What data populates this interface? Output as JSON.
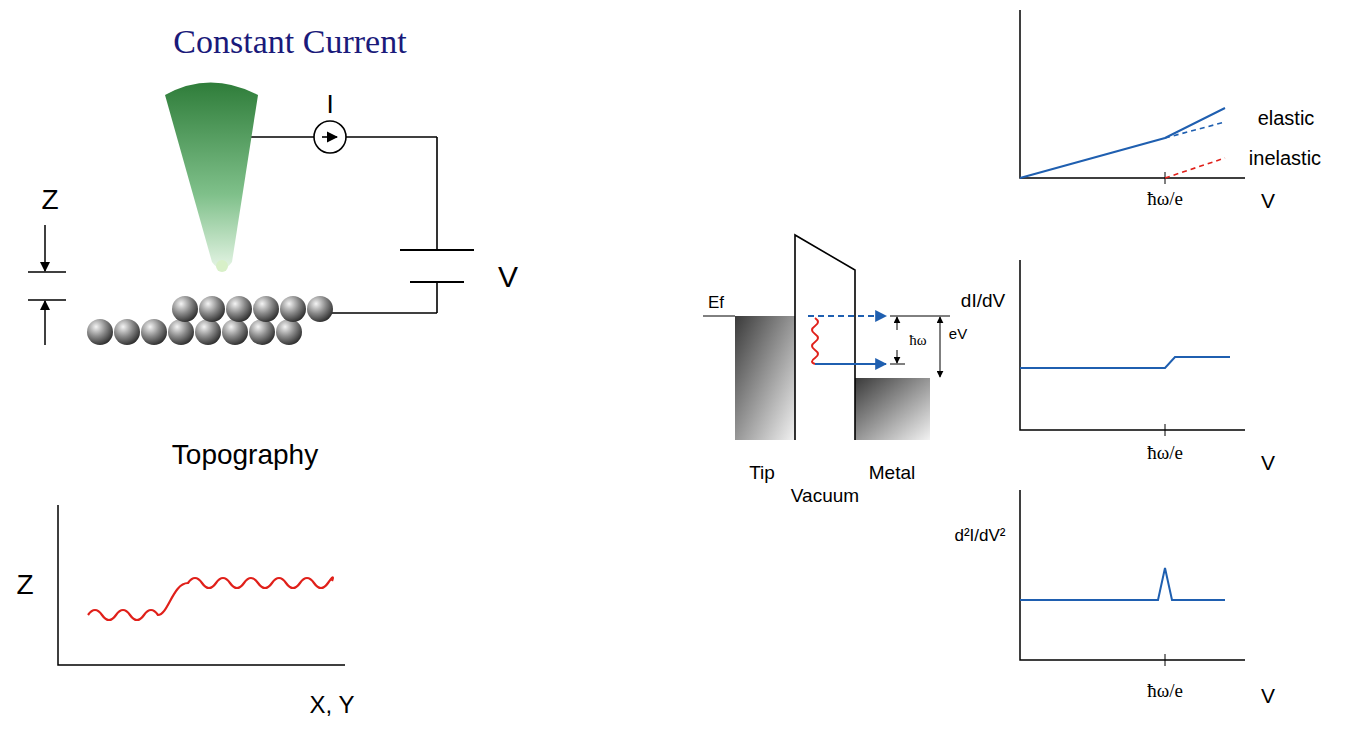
{
  "diagram": {
    "title": "Constant Current",
    "labels": [
      "Z",
      "I",
      "V",
      "Topography",
      "Z",
      "X, Y",
      "elastic",
      "inelastic",
      "ħω/e",
      "V",
      "Ef",
      "ħω",
      "eV",
      "Tip",
      "Vacuum",
      "Metal",
      "dI/dV",
      "ħω/e",
      "V",
      "d²I/dV²",
      "ħω/e",
      "V"
    ]
  }
}
